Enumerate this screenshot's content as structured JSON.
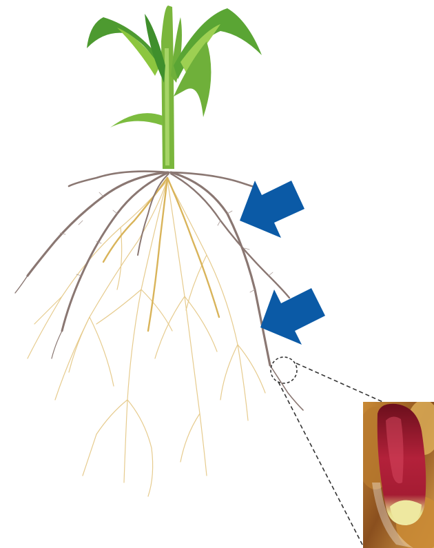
{
  "figure": {
    "subject": "maize-plant-root-system",
    "elements": {
      "shoot": "leafy-stalk",
      "root_system": "brown-nodal-roots-and-yellow-lateral-roots",
      "pointer_arrows": 2,
      "zoom_marker": "dashed-circle",
      "inset": "close-up-root-tip-photo"
    },
    "colors": {
      "arrow": "#0b5aa6",
      "leaf_dark": "#3f8f2c",
      "leaf_light": "#8cc63f",
      "stem": "#7ab63c",
      "root_brown": "#8a7772",
      "root_yellow": "#d9b45a",
      "dash_line": "#333333",
      "root_tip_red": "#9b1c2b",
      "root_tip_yellow": "#e9e59a"
    },
    "icons": [
      "arrow-icon",
      "dashed-circle-icon"
    ]
  }
}
